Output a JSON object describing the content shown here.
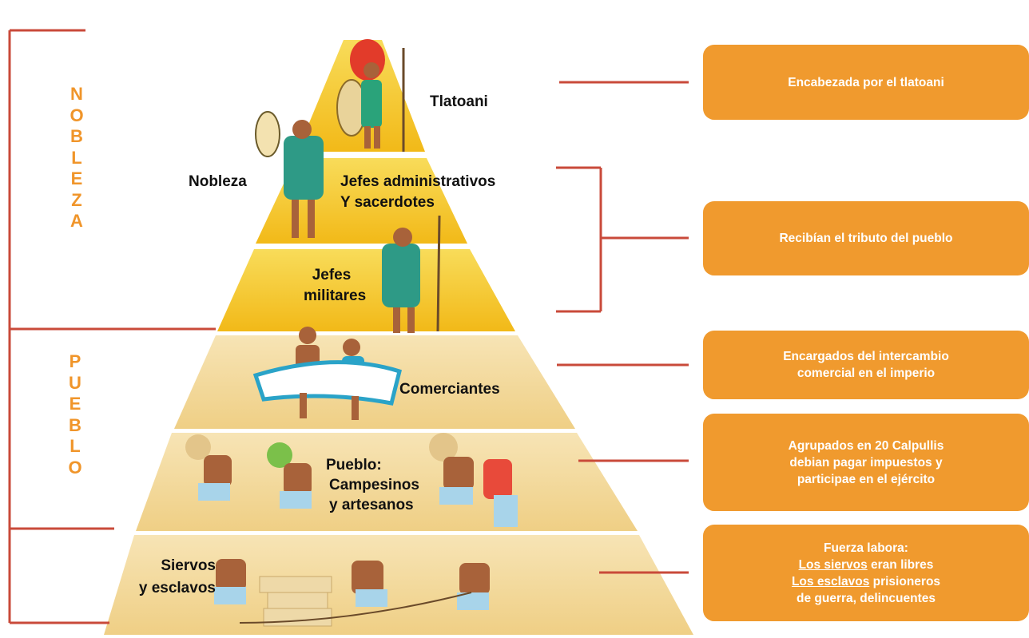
{
  "side_labels": {
    "nobleza": [
      "N",
      "O",
      "B",
      "L",
      "E",
      "Z",
      "A"
    ],
    "pueblo": [
      "P",
      "U",
      "E",
      "B",
      "L",
      "O"
    ]
  },
  "levels": {
    "tlatoani": "Tlatoani",
    "nobleza": "Nobleza",
    "jefes_admin": [
      "Jefes administrativos",
      "Y sacerdotes"
    ],
    "jefes_militares": [
      "Jefes",
      "militares"
    ],
    "comerciantes": "Comerciantes",
    "pueblo": [
      "Pueblo:",
      "Campesinos",
      "y artesanos"
    ],
    "siervos": [
      "Siervos",
      "y esclavos"
    ]
  },
  "boxes": {
    "tlatoani": "Encabezada por el tlatoani",
    "tributo": "Recibían el tributo del pueblo",
    "comerciantes": [
      "Encargados del intercambio",
      "comercial en el imperio"
    ],
    "calpullis": [
      "Agrupados en 20 Calpullis",
      "debian pagar impuestos y",
      "participae en el ejército"
    ],
    "fuerza": {
      "title": "Fuerza labora:",
      "siervos_u": "Los siervos",
      "siervos_rest": " eran libres",
      "esclavos_u": "Los esclavos",
      "esclavos_rest": " prisioneros",
      "last": "de guerra, delincuentes"
    }
  },
  "colors": {
    "accent": "#f09a2e",
    "line": "#c94a3a",
    "upper_pyramid": "#f4c21c",
    "lower_pyramid": "#f4dba0"
  }
}
